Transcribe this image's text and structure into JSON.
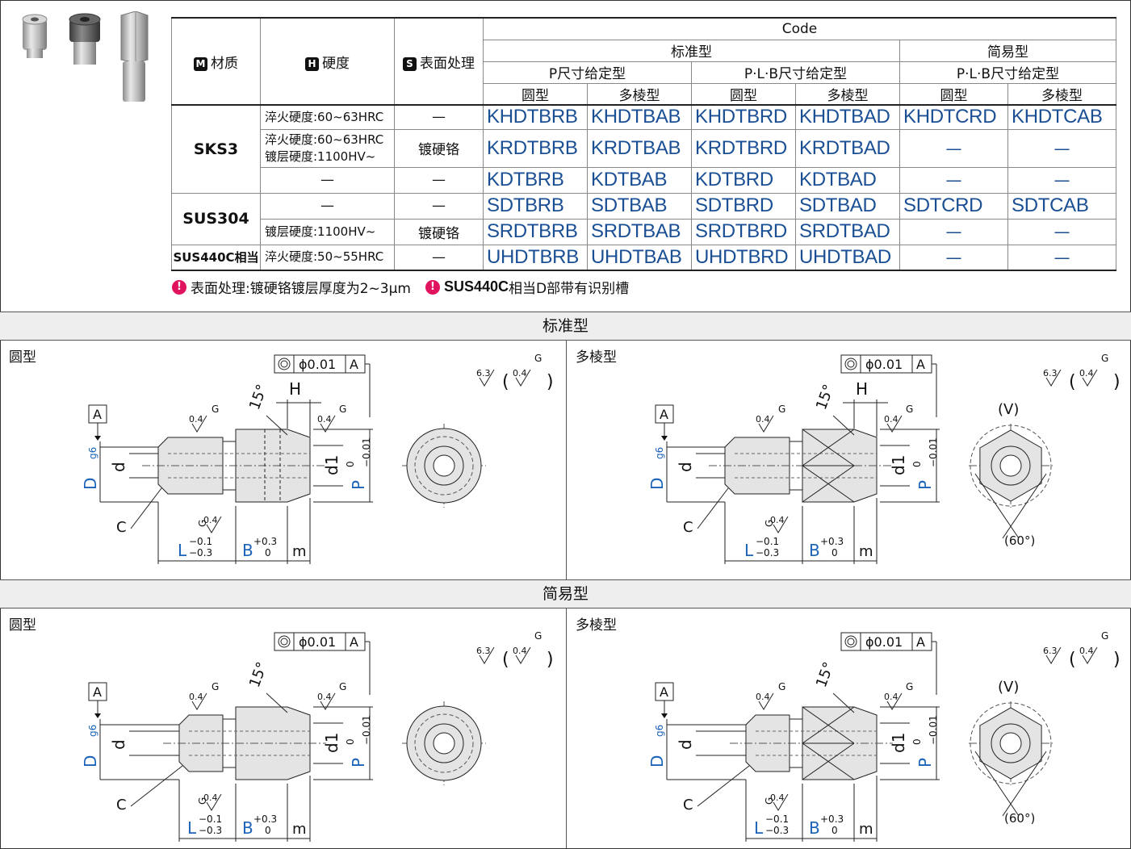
{
  "table": {
    "header": {
      "material": {
        "icon": "M",
        "label": "材质"
      },
      "hardness": {
        "icon": "H",
        "label": "硬度"
      },
      "surface": {
        "icon": "S",
        "label": "表面处理"
      },
      "code": "Code",
      "standard": "标准型",
      "simple": "简易型",
      "p_fixed": "P尺寸给定型",
      "plb_fixed": "P·L·B尺寸给定型",
      "plb_fixed2": "P·L·B尺寸给定型",
      "round": "圆型",
      "poly": "多棱型"
    },
    "rows": [
      {
        "material": "SKS3",
        "hardness": "淬火硬度:60~63HRC",
        "surface": "—",
        "codes": [
          "KHDTBRB",
          "KHDTBAB",
          "KHDTBRD",
          "KHDTBAD",
          "KHDTCRD",
          "KHDTCAB"
        ]
      },
      {
        "hardness": "淬火硬度:60~63HRC",
        "hardness2": "镀层硬度:1100HV~",
        "surface": "镀硬铬",
        "codes": [
          "KRDTBRB",
          "KRDTBAB",
          "KRDTBRD",
          "KRDTBAD",
          "—",
          "—"
        ]
      },
      {
        "hardness": "—",
        "surface": "—",
        "codes": [
          "KDTBRB",
          "KDTBAB",
          "KDTBRD",
          "KDTBAD",
          "—",
          "—"
        ]
      },
      {
        "material": "SUS304",
        "hardness": "—",
        "surface": "—",
        "codes": [
          "SDTBRB",
          "SDTBAB",
          "SDTBRD",
          "SDTBAD",
          "SDTCRD",
          "SDTCAB"
        ]
      },
      {
        "hardness": "镀层硬度:1100HV~",
        "surface": "镀硬铬",
        "codes": [
          "SRDTBRB",
          "SRDTBAB",
          "SRDTBRD",
          "SRDTBAD",
          "—",
          "—"
        ]
      },
      {
        "material": "SUS440C相当",
        "hardness": "淬火硬度:50~55HRC",
        "surface": "—",
        "codes": [
          "UHDTBRB",
          "UHDTBAB",
          "UHDTBRD",
          "UHDTBAD",
          "—",
          "—"
        ]
      }
    ]
  },
  "notes": [
    {
      "icon": "!",
      "text": "表面处理:镀硬铬镀层厚度为2~3μm"
    },
    {
      "icon": "!",
      "bold": "SUS440C",
      "text": "相当D部带有识别槽"
    }
  ],
  "sections": [
    {
      "title": "标准型",
      "left": "圆型",
      "right": "多棱型"
    },
    {
      "title": "简易型",
      "left": "圆型",
      "right": "多棱型"
    }
  ],
  "drawing_labels": {
    "tol": "ϕ0.01",
    "datum": "A",
    "rough1": "6.3",
    "rough2": "0.4",
    "grind": "G",
    "angle15": "15°",
    "H": "H",
    "D": "D",
    "Dsub": "g6",
    "d": "d",
    "d1": "d1",
    "P": "P",
    "Ptol_up": "0",
    "Ptol_lo": "−0.01",
    "C": "C",
    "L": "L",
    "Ltol_up": "−0.1",
    "Ltol_lo": "−0.3",
    "B": "B",
    "Btol_up": "+0.3",
    "Btol_lo": "0",
    "m": "m",
    "V": "(V)",
    "angle60": "(60°)"
  },
  "colors": {
    "code_blue": "#1a4f94",
    "note_pink": "#e0135f",
    "dim_blue": "#1a63b8"
  }
}
